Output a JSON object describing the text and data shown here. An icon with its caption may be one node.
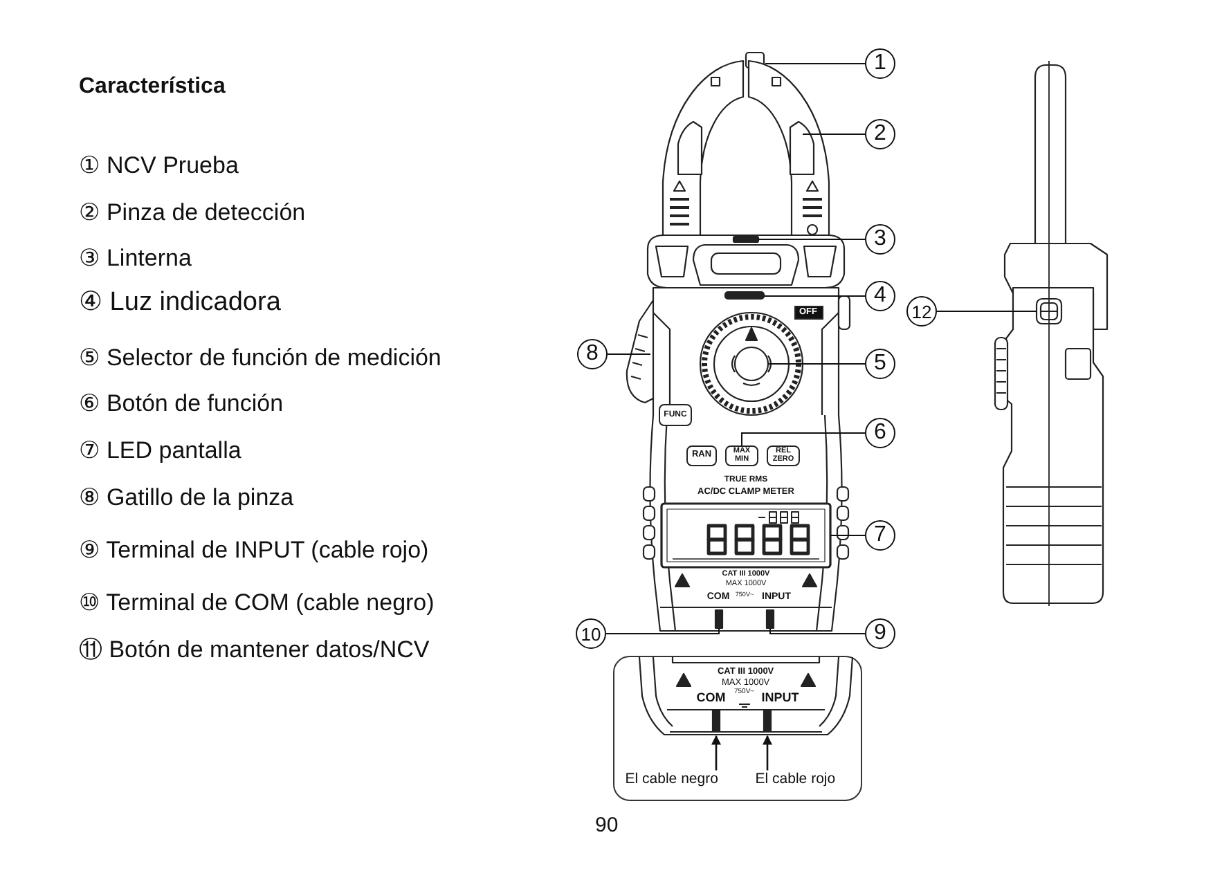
{
  "diagram": {
    "title": "Característica",
    "nodes": [
      {
        "text": [
          "1"
        ]
      },
      {
        "text": [
          "2"
        ]
      },
      {
        "text": [
          "3"
        ]
      },
      {
        "text": [
          "4"
        ]
      },
      {
        "text": [
          "OFF"
        ]
      },
      {
        "text": [
          "12"
        ]
      },
      {
        "text": [
          "8"
        ]
      },
      {
        "text": [
          "5"
        ]
      },
      {
        "text": [
          "FUNC"
        ]
      },
      {
        "text": [
          "6"
        ]
      },
      {
        "text": [
          "RAN"
        ]
      },
      {
        "text": [
          "MAX MIN"
        ]
      },
      {
        "text": [
          "REL ZERO"
        ]
      },
      {
        "text": [
          "7"
        ]
      },
      {
        "text": [
          "10"
        ]
      },
      {
        "text": [
          "9"
        ]
      },
      {
        "text": [],
        "shape": "box"
      },
      {
        "text": [
          "El cable negro"
        ],
        "in": 16
      },
      {
        "text": [
          "El cable rojo"
        ],
        "in": 16
      }
    ],
    "edges": [
      {
        "from": 0,
        "to": null,
        "arrow": "none"
      },
      {
        "from": 1,
        "to": null,
        "arrow": "none"
      },
      {
        "from": 2,
        "to": null,
        "arrow": "none"
      },
      {
        "from": 3,
        "to": null,
        "arrow": "none"
      },
      {
        "from": 5,
        "to": null,
        "arrow": "none"
      },
      {
        "from": 6,
        "to": null,
        "arrow": "none"
      },
      {
        "from": 7,
        "to": null,
        "arrow": "none"
      },
      {
        "from": 9,
        "to": 11,
        "arrow": "none"
      },
      {
        "from": 13,
        "to": null,
        "arrow": "none"
      },
      {
        "from": 14,
        "to": null,
        "arrow": "none"
      },
      {
        "from": 15,
        "to": null,
        "arrow": "none"
      },
      {
        "from": 17,
        "to": null,
        "arrow": "to"
      },
      {
        "from": 18,
        "to": null,
        "arrow": "to"
      }
    ],
    "labels": [
      "① NCV Prueba",
      "② Pinza de detección",
      "③ Linterna",
      "④ Luz indicadora",
      "⑤ Selector de función de medición",
      "⑥ Botón de función",
      "⑦ LED pantalla",
      "⑧ Gatillo de la pinza",
      "⑨ Terminal de INPUT (cable rojo)",
      "⑩ Terminal de COM (cable negro)",
      "⑪ Botón de mantener datos/NCV",
      "TRUE RMS",
      "AC/DC CLAMP METER",
      "CAT III 1000V",
      "MAX 1000V",
      "COM",
      "750V~",
      "INPUT",
      "CAT III 1000V",
      "MAX 1000V",
      "COM",
      "750V~",
      "INPUT",
      "90"
    ]
  }
}
